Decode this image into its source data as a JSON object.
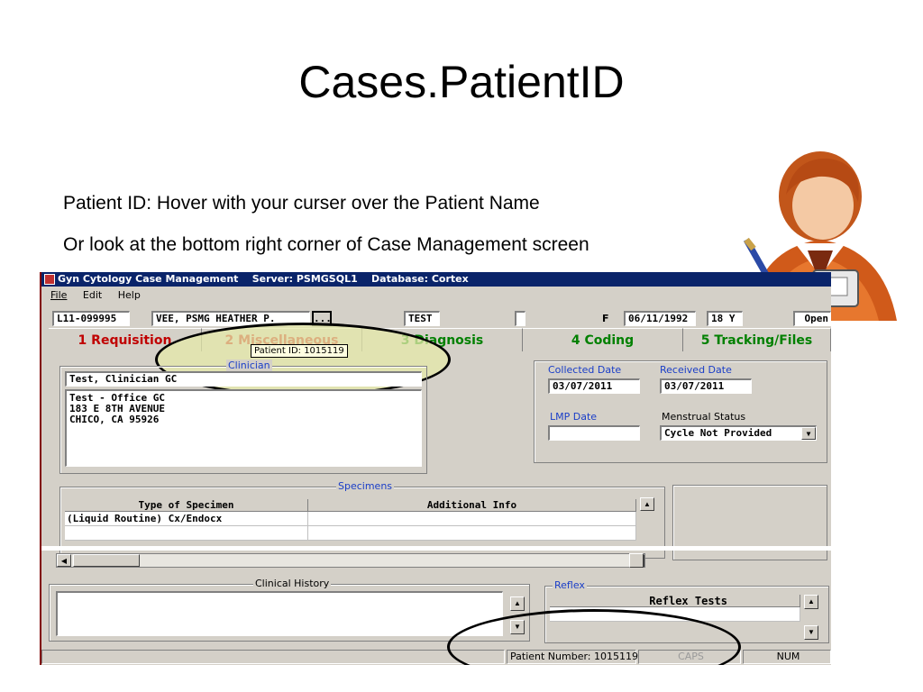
{
  "slide": {
    "title": "Cases.PatientID",
    "bullet1": "Patient ID: Hover with your curser over the Patient Name",
    "bullet2": "Or look at the bottom right corner of Case Management screen"
  },
  "window": {
    "title": "Gyn Cytology Case Management    Server: PSMGSQL1    Database: Cortex",
    "menu": [
      "File",
      "Edit",
      "Help"
    ]
  },
  "case_header": {
    "case_number": "L11-099995",
    "patient_name": "VEE,  PSMG HEATHER P.",
    "lookup_button": "...",
    "test_field": "TEST",
    "sex": "F",
    "dob": "06/11/1992",
    "age": "18 Y",
    "status": "Open"
  },
  "tabs": [
    {
      "num": "1",
      "label": "Requisition",
      "color": "#c00000"
    },
    {
      "num": "2",
      "label": "Miscellaneous",
      "color": "#c00000"
    },
    {
      "num": "3",
      "label": "Diagnosis",
      "color": "#008000"
    },
    {
      "num": "4",
      "label": "Coding",
      "color": "#008000"
    },
    {
      "num": "5",
      "label": "Tracking/Files",
      "color": "#008000"
    }
  ],
  "tooltip": "Patient ID: 1015119",
  "clinician": {
    "group_label": "Clinician",
    "name": "Test, Clinician GC",
    "address_lines": [
      "Test - Office GC",
      "183 E 8TH AVENUE",
      "CHICO, CA 95926"
    ]
  },
  "dates": {
    "collected_label": "Collected Date",
    "collected_value": "03/07/2011",
    "received_label": "Received Date",
    "received_value": "03/07/2011",
    "lmp_label": "LMP Date",
    "lmp_value": "",
    "menstrual_label": "Menstrual Status",
    "menstrual_value": "Cycle Not Provided"
  },
  "specimens": {
    "group_label": "Specimens",
    "columns": [
      "Type of Specimen",
      "Additional Info"
    ],
    "rows": [
      [
        "(Liquid Routine)  Cx/Endocx",
        ""
      ]
    ]
  },
  "clinical_history": {
    "group_label": "Clinical History",
    "value": ""
  },
  "reflex": {
    "group_label": "Reflex",
    "column": "Reflex Tests"
  },
  "statusbar": {
    "patient_number": "Patient Number: 1015119",
    "caps": "CAPS",
    "num": "NUM"
  },
  "colors": {
    "titlebar": "#0a246a",
    "window_bg": "#d4d0c8",
    "highlight_ellipse_fill": "#eef0c0",
    "label_blue": "#1a3ec8"
  }
}
